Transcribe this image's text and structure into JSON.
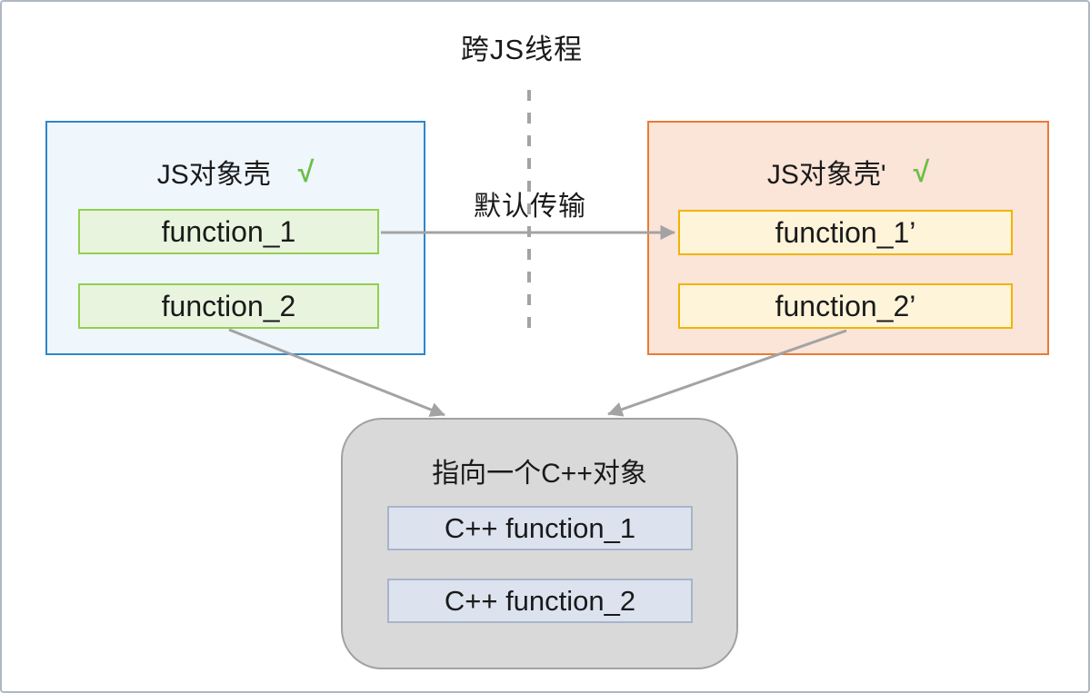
{
  "title": "跨JS线程",
  "transfer_label": "默认传输",
  "left_panel": {
    "title": "JS对象壳",
    "checkmark": "√",
    "items": [
      {
        "label": "function_1"
      },
      {
        "label": "function_2"
      }
    ]
  },
  "right_panel": {
    "title": "JS对象壳'",
    "checkmark": "√",
    "items": [
      {
        "label": "function_1’"
      },
      {
        "label": "function_2’"
      }
    ]
  },
  "cpp_panel": {
    "title": "指向一个C++对象",
    "items": [
      {
        "label": "C++ function_1"
      },
      {
        "label": "C++ function_2"
      }
    ]
  },
  "colors": {
    "canvas_border": "#B0B7C3",
    "text": "#1A1A1A",
    "arrow": "#A3A3A3",
    "checkmark": "#6CBE45",
    "left_panel_border": "#2E86C8",
    "left_panel_bg": "#EFF6FC",
    "green_item_border": "#92D050",
    "green_item_bg": "#E9F4DF",
    "right_panel_border": "#E87B36",
    "right_panel_bg": "#FBE4D8",
    "yellow_item_border": "#F0B400",
    "yellow_item_bg": "#FDF4DA",
    "gray_panel_bg": "#D9D9D9",
    "gray_panel_border": "#A1A1A1",
    "cpp_item_bg": "#DCE3EF",
    "cpp_item_border": "#A8B4CB"
  }
}
